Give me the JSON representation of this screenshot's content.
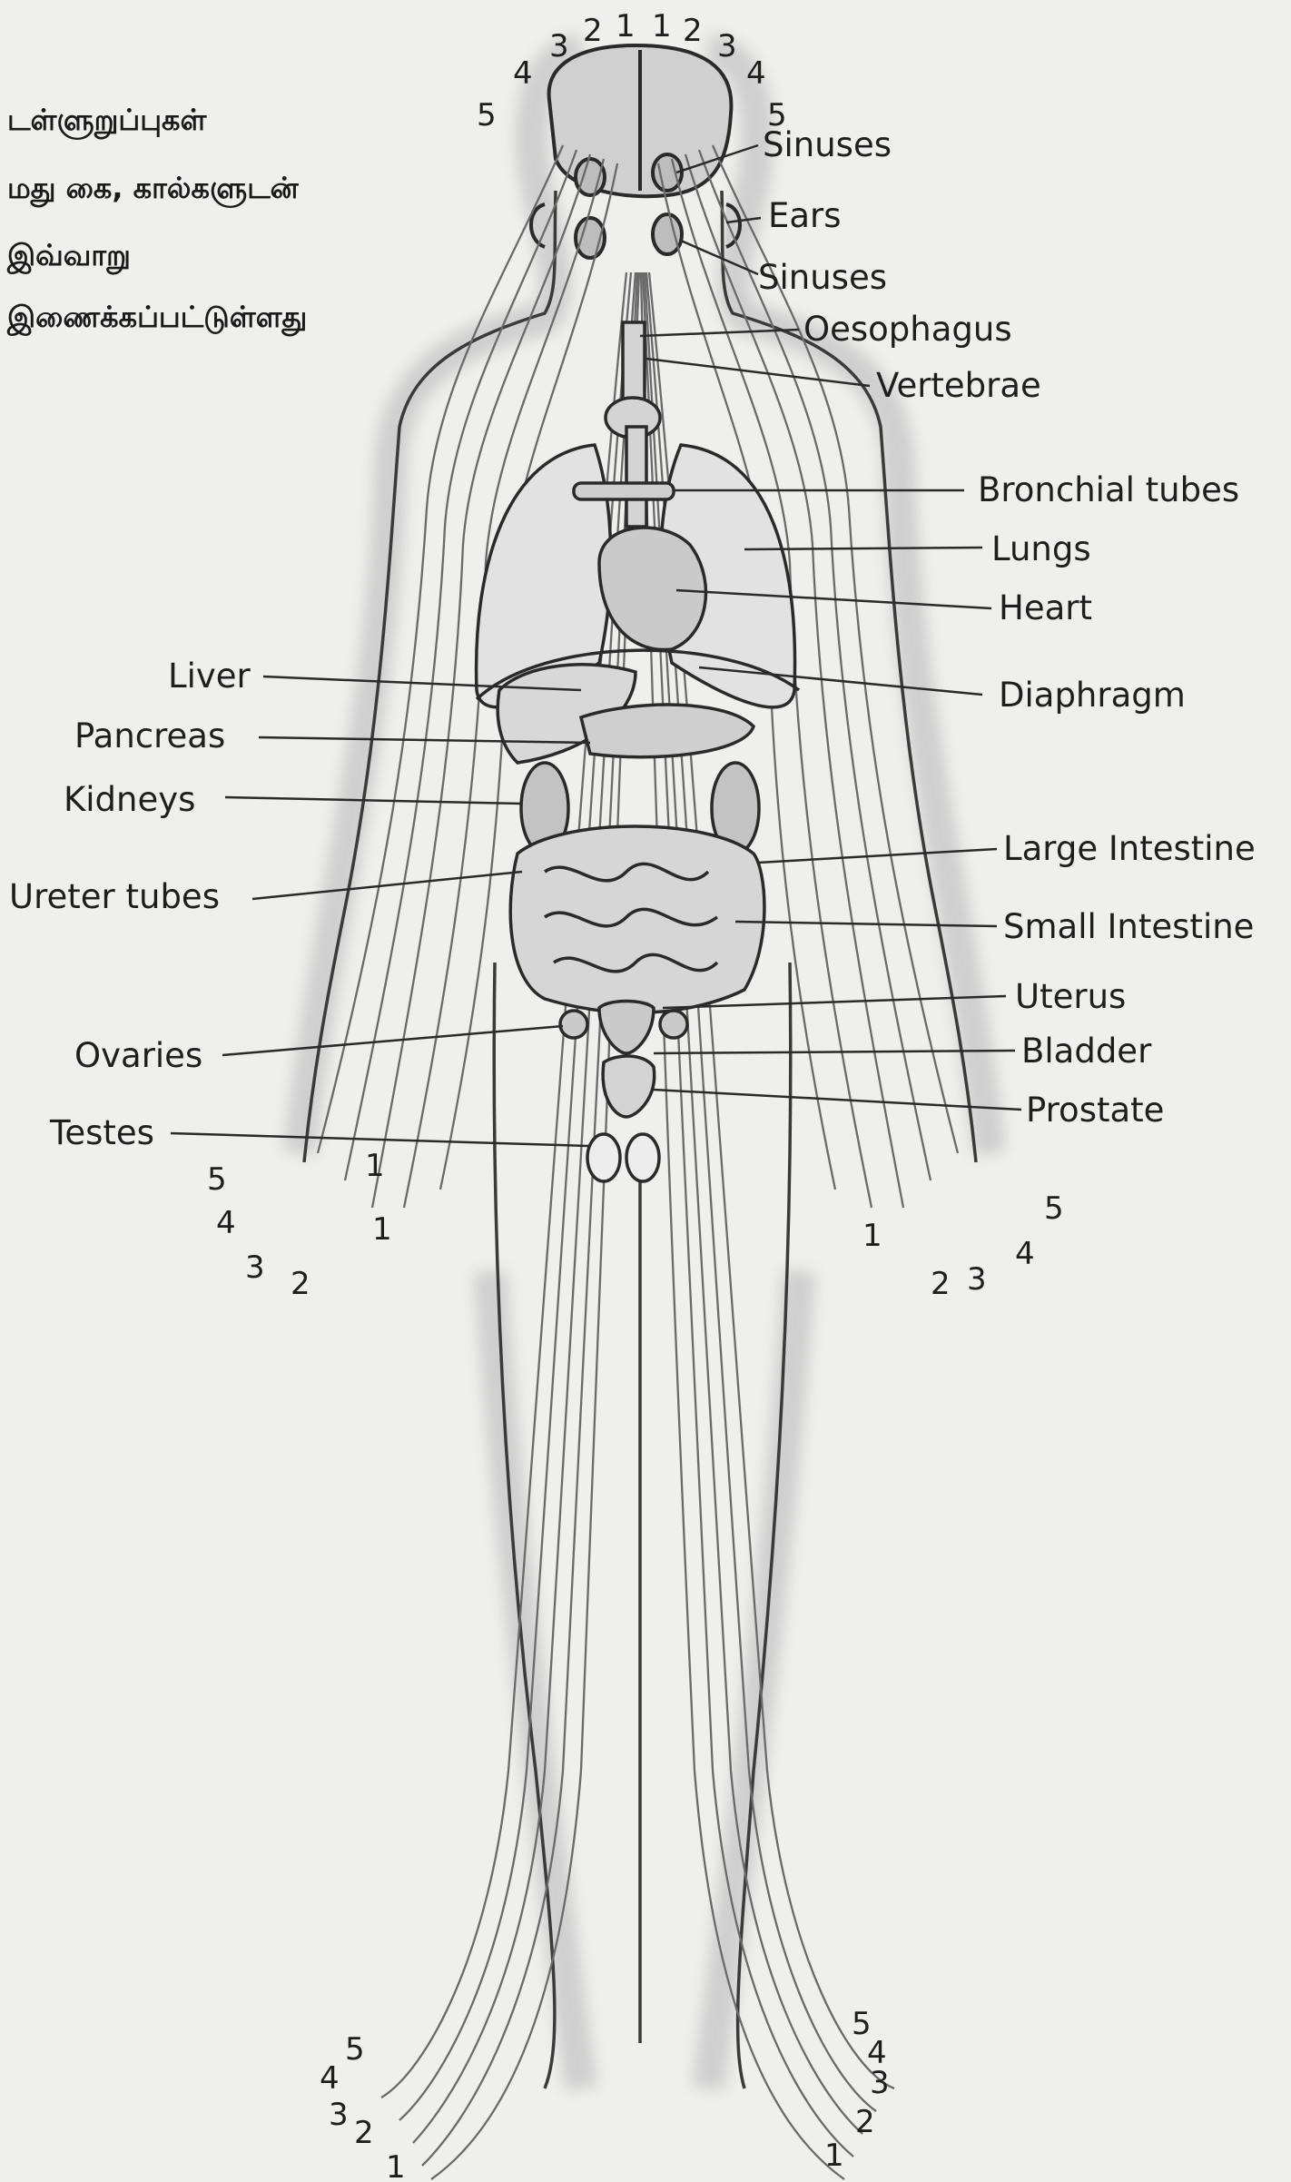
{
  "caption": {
    "line1": "டள்ளுறுப்புகள்",
    "line2": "மது கை, கால்களுடன்",
    "line3": "இவ்வாறு",
    "line4": "இணைக்கப்பட்டுள்ளது"
  },
  "labels": {
    "sinuses_top": "Sinuses",
    "ears": "Ears",
    "sinuses_bottom": "Sinuses",
    "oesophagus": "Oesophagus",
    "vertebrae": "Vertebrae",
    "bronchial_tubes": "Bronchial tubes",
    "lungs": "Lungs",
    "heart": "Heart",
    "diaphragm": "Diaphragm",
    "liver": "Liver",
    "pancreas": "Pancreas",
    "kidneys": "Kidneys",
    "ureter_tubes": "Ureter tubes",
    "large_intestine": "Large Intestine",
    "small_intestine": "Small Intestine",
    "uterus": "Uterus",
    "bladder": "Bladder",
    "ovaries": "Ovaries",
    "prostate": "Prostate",
    "testes": "Testes"
  },
  "zone_numbers": {
    "head": [
      "4",
      "3",
      "2",
      "1",
      "1",
      "2",
      "3",
      "4",
      "5",
      "5"
    ],
    "left_hand": [
      "5",
      "4",
      "3",
      "2",
      "1",
      "1"
    ],
    "right_hand": [
      "1",
      "2",
      "3",
      "4",
      "5"
    ],
    "left_foot": [
      "5",
      "4",
      "3",
      "2",
      "1"
    ],
    "right_foot": [
      "5",
      "4",
      "3",
      "2",
      "1"
    ]
  },
  "colors": {
    "background": "#efefed",
    "ink": "#1e1e1e",
    "zone_lines": "#6a6a6a",
    "body_halo": "#c9c9c9",
    "organ_fill": "#d4d4d4"
  }
}
